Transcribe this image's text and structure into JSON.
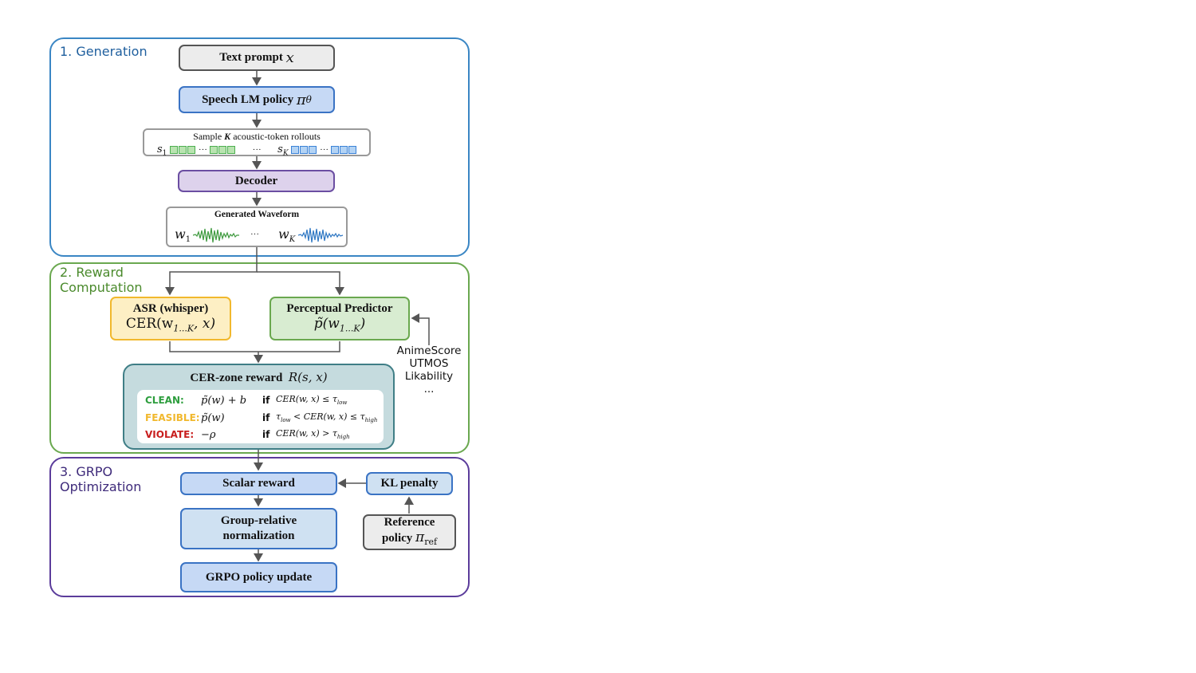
{
  "stages": {
    "generation": "1. Generation",
    "reward": "2. Reward Computation",
    "grpo": "3. GRPO Optimization"
  },
  "generation": {
    "text_prompt_label": "Text prompt",
    "text_prompt_sym": "x",
    "policy_label": "Speech LM policy",
    "policy_sym": "π",
    "policy_sub": "θ",
    "rollouts_title_pre": "Sample",
    "rollouts_title_k": "K",
    "rollouts_title_post": "acoustic-token rollouts",
    "s1": "s",
    "s1_sub": "1",
    "sK": "s",
    "sK_sub": "K",
    "ellipsis": "···",
    "decoder_label": "Decoder",
    "waveform_title": "Generated Waveform",
    "w1": "w",
    "w1_sub": "1",
    "wK": "w",
    "wK_sub": "K"
  },
  "reward": {
    "asr_title": "ASR (whisper)",
    "asr_formula": "CER(w",
    "asr_sub": "1...K",
    "asr_tail": ", x)",
    "pp_title": "Perceptual Predictor",
    "pp_formula": "p̃(w",
    "pp_sub": "1...K",
    "pp_tail": ")",
    "predictors": [
      "AnimeScore",
      "UTMOS",
      "Likability",
      "..."
    ],
    "cer_title": "CER-zone reward",
    "cer_sym": "R(s, x)",
    "zones": [
      {
        "label": "CLEAN:",
        "value": "p̃(w) + b",
        "if": "if",
        "cond": "CER(w, x) ≤ τ",
        "cond_sub": "low",
        "cond_tail": ""
      },
      {
        "label": "FEASIBLE:",
        "value": "p̃(w)",
        "if": "if",
        "cond": "τ",
        "cond_sub": "low",
        "cond_tail": " < CER(w, x) ≤ τ",
        "cond_sub2": "high"
      },
      {
        "label": "VIOLATE:",
        "value": "−ρ",
        "if": "if",
        "cond": "CER(w, x) > τ",
        "cond_sub": "high",
        "cond_tail": ""
      }
    ]
  },
  "grpo": {
    "scalar_reward": "Scalar reward",
    "kl_penalty": "KL penalty",
    "group_norm_1": "Group-relative",
    "group_norm_2": "normalization",
    "ref_1": "Reference",
    "ref_2": "policy",
    "ref_sym": "π",
    "ref_sub": "ref",
    "update": "GRPO policy update"
  },
  "colors": {
    "generation": "#3a86c4",
    "reward": "#6aa84f",
    "grpo": "#5b3c9b",
    "clean": "#2e9e3e",
    "feasible": "#f1b82d",
    "violate": "#c81e1e"
  }
}
